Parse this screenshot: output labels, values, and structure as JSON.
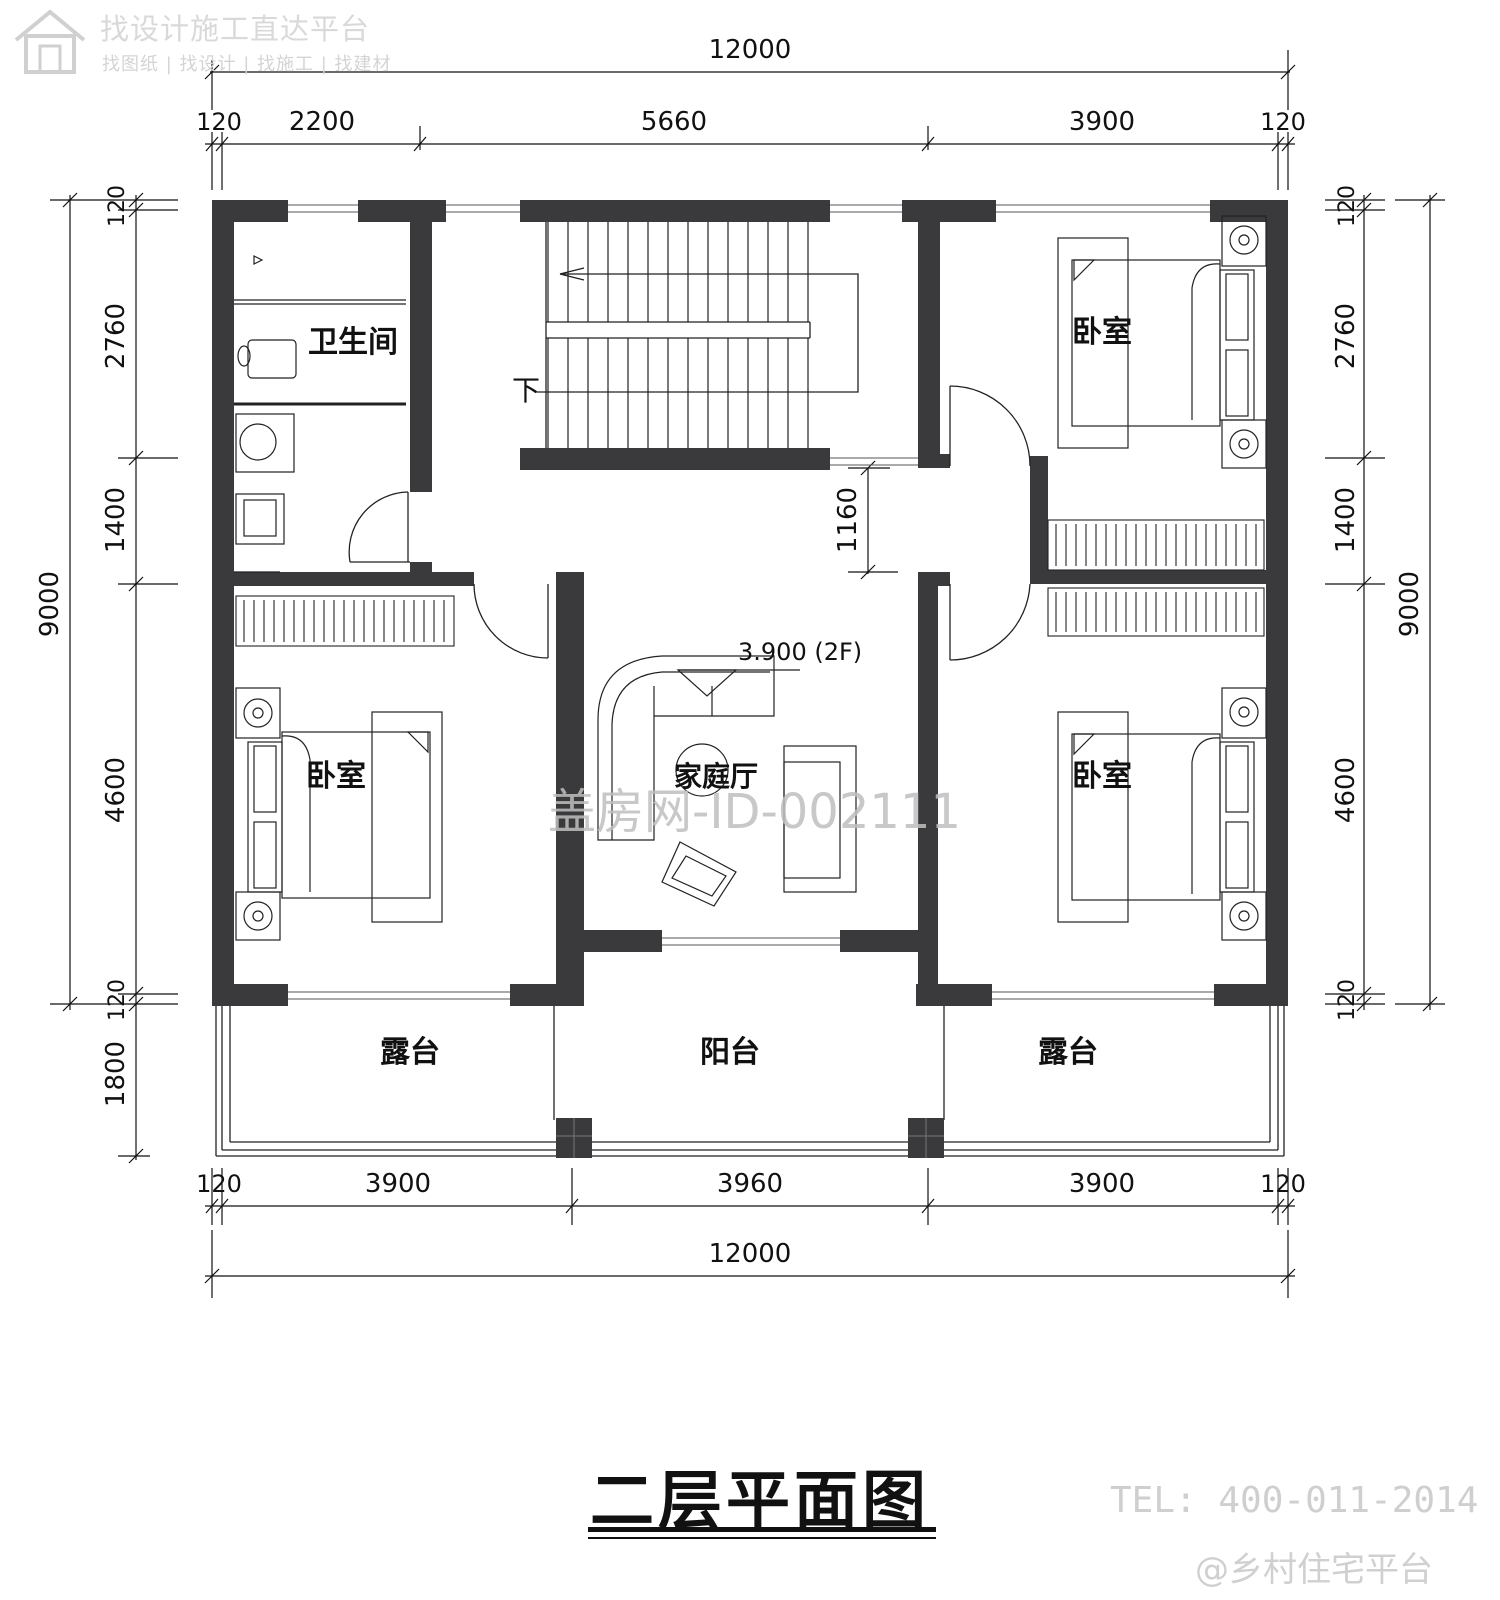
{
  "watermark": {
    "title": "找设计施工直达平台",
    "subtitle": "找图纸 | 找设计 | 找施工 | 找建材",
    "center_mark": "盖房网-ID-002111",
    "tel": "TEL: 400-011-2014",
    "platform": "@乡村住宅平台"
  },
  "drawing": {
    "title": "二层平面图",
    "elevation_label": "3.900 (2F)",
    "stair_label": "下"
  },
  "rooms": {
    "bathroom": "卫生间",
    "bedroom_upper_right": "卧室",
    "bedroom_left": "卧室",
    "bedroom_lower_right": "卧室",
    "family_room": "家庭厅",
    "terrace_left": "露台",
    "balcony": "阳台",
    "terrace_right": "露台"
  },
  "dimensions": {
    "top_total": "12000",
    "top_segments": [
      "120",
      "2200",
      "5660",
      "3900",
      "120"
    ],
    "bottom_segments": [
      "120",
      "3900",
      "3960",
      "3900",
      "120"
    ],
    "bottom_total": "12000",
    "left_segments": [
      "120",
      "2760",
      "1400",
      "4600",
      "120",
      "1800"
    ],
    "left_total": "9000",
    "right_segments": [
      "120",
      "2760",
      "1400",
      "4600",
      "120"
    ],
    "right_total": "9000",
    "corridor_width": "1160"
  },
  "colors": {
    "wall": "#3a3a3c",
    "line": "#111111",
    "watermark": "#cccccc"
  }
}
